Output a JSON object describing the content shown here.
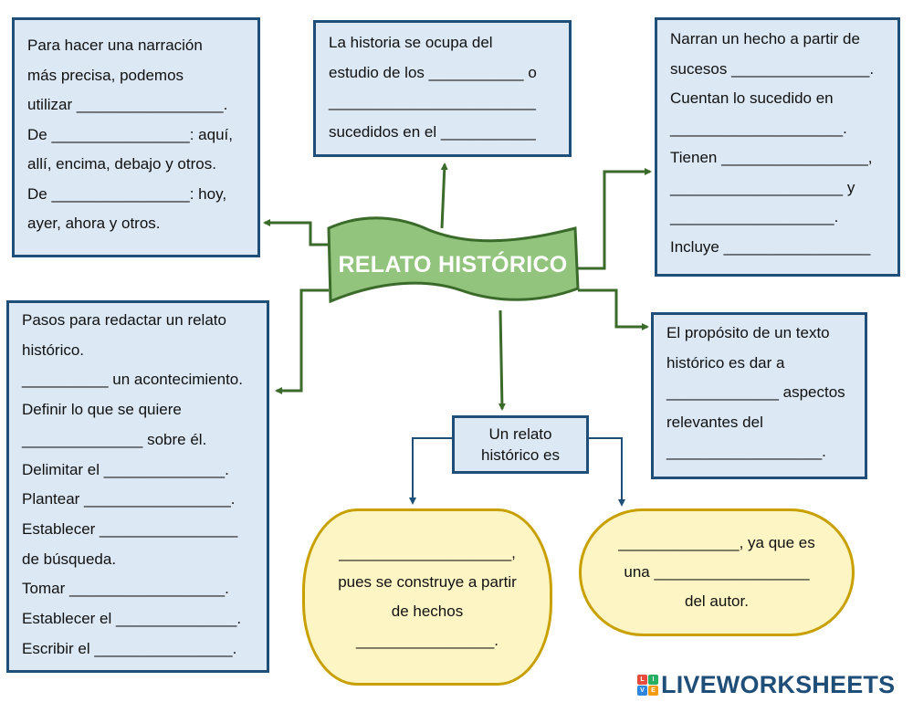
{
  "title": "RELATO HISTÓRICO",
  "box_top_left": [
    "Para hacer una narración",
    "más precisa, podemos",
    "utilizar _________________.",
    "De ________________: aquí,",
    "allí, encima, debajo y otros.",
    "De ________________: hoy,",
    "ayer, ahora y otros."
  ],
  "box_top_center": [
    "La historia se ocupa del",
    "estudio de los ___________ o",
    "________________________",
    "sucedidos en el ___________"
  ],
  "box_top_right": [
    "Narran un hecho a partir de",
    "sucesos ________________.",
    "Cuentan lo sucedido en",
    "____________________.",
    "Tienen _________________,",
    "____________________ y",
    "___________________.",
    "Incluye _________________"
  ],
  "box_bottom_left": [
    "Pasos para redactar un relato",
    "histórico.",
    "__________ un acontecimiento.",
    "Definir lo que se quiere",
    "______________ sobre él.",
    "Delimitar el ______________.",
    "Plantear _________________.",
    "Establecer ________________",
    "de búsqueda.",
    "Tomar __________________.",
    "Establecer el ______________.",
    "Escribir el ________________."
  ],
  "box_right_middle": [
    "El propósito de un texto",
    "histórico es dar a",
    "_____________ aspectos",
    "relevantes del",
    "__________________."
  ],
  "center_small_box": [
    "Un relato",
    "histórico es"
  ],
  "oval_left": [
    "____________________,",
    "pues se construye a partir",
    "de hechos",
    "________________."
  ],
  "oval_right": [
    "______________, ya que es",
    "una __________________",
    "del autor."
  ],
  "logo": {
    "text": "LIVEWORKSHEETS",
    "icon_letters": [
      "L",
      "I",
      "V",
      "E"
    ]
  },
  "colors": {
    "box_fill": "#dce9f5",
    "box_border": "#1f4e79",
    "arrow_green": "#3b6b2a",
    "arrow_blue": "#1f4e79",
    "banner_fill": "#92c47d",
    "oval_fill": "#fdf5c4",
    "oval_border": "#c8a000"
  }
}
